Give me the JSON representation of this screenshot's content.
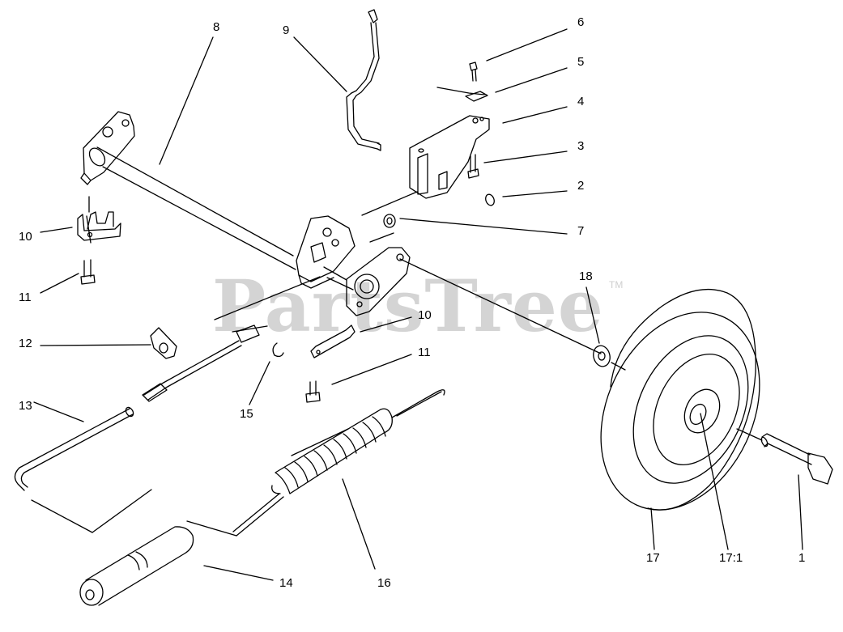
{
  "watermark": {
    "text": "PartsTree",
    "trademark": "TM"
  },
  "callouts": {
    "c1": "1",
    "c2": "2",
    "c3": "3",
    "c4": "4",
    "c5": "5",
    "c6": "6",
    "c7": "7",
    "c8": "8",
    "c9": "9",
    "c10a": "10",
    "c10b": "10",
    "c11a": "11",
    "c11b": "11",
    "c12": "12",
    "c13": "13",
    "c14": "14",
    "c15": "15",
    "c16": "16",
    "c17": "17",
    "c17_1": "17:1",
    "c18": "18"
  }
}
